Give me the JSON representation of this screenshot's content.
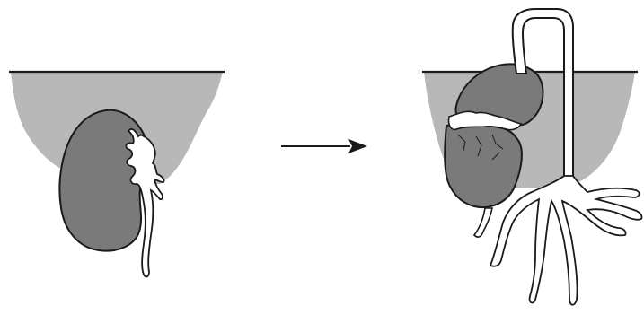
{
  "diagram": {
    "stages": [
      {
        "id": "swollen-seed",
        "parts": [
          "soil",
          "seed",
          "radicle"
        ]
      },
      {
        "id": "germinating-seedling",
        "parts": [
          "soil",
          "seed-coat",
          "hypocotyl-arch",
          "roots"
        ]
      }
    ],
    "arrow_direction": "right",
    "colors": {
      "background": "#ffffff",
      "soil": "#b8b8b8",
      "seed": "#7a7a7a",
      "outline": "#1a1a1a",
      "sprout": "#ffffff"
    }
  }
}
